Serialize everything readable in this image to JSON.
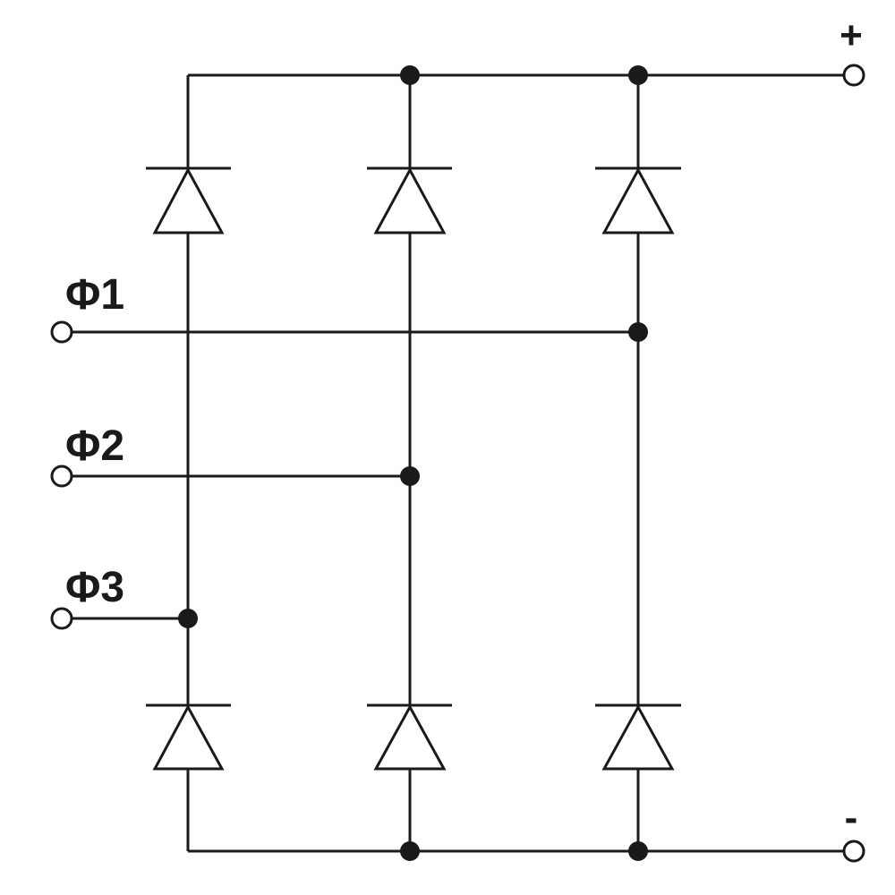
{
  "diagram": {
    "type": "three-phase bridge rectifier",
    "phases": [
      {
        "id": "p1",
        "label": "Φ1"
      },
      {
        "id": "p2",
        "label": "Φ2"
      },
      {
        "id": "p3",
        "label": "Φ3"
      }
    ],
    "terminals": {
      "positive": "+",
      "negative": "-"
    },
    "colors": {
      "line": "#1a1a1a",
      "background": "#ffffff"
    }
  }
}
